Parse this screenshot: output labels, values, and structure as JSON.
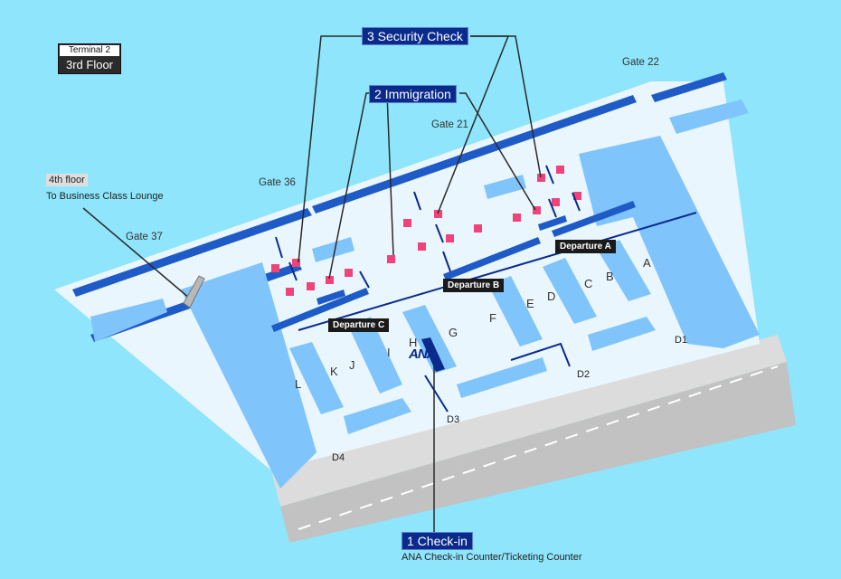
{
  "floor_badge": {
    "terminal": "Terminal 2",
    "floor": "3rd Floor"
  },
  "lounge_note": {
    "floor": "4th floor",
    "text": "To Business Class Lounge"
  },
  "steps": {
    "security": "3 Security Check",
    "immigration": "2 Immigration",
    "checkin": "1 Check-in",
    "checkin_caption": "ANA Check-in Counter/Ticketing Counter"
  },
  "gates": [
    "Gate 22",
    "Gate 21",
    "Gate 36",
    "Gate 37"
  ],
  "departures": [
    "Departure A",
    "Departure B",
    "Departure C"
  ],
  "counters": [
    "A",
    "B",
    "C",
    "D",
    "E",
    "F",
    "G",
    "H",
    "I",
    "J",
    "K",
    "L"
  ],
  "doors": [
    "D1",
    "D2",
    "D3",
    "D4"
  ],
  "brand": {
    "logo_text": "ANA",
    "navy": "#0a2b8c",
    "sky": "#8fe5fb",
    "floor": "#eaf6fd",
    "wall": "#1e5bc6",
    "block": "#7fc4fb",
    "kiosk": "#f0437a"
  }
}
